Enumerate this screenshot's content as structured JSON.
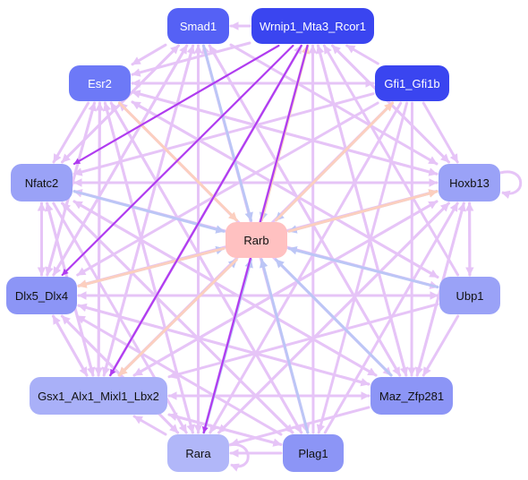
{
  "network": {
    "nodes": [
      {
        "id": "smad1",
        "label": "Smad1",
        "fill": "#5561f5",
        "text": "#ffffff"
      },
      {
        "id": "wrnip1",
        "label": "Wrnip1_Mta3_Rcor1",
        "fill": "#3a45f0",
        "text": "#ffffff"
      },
      {
        "id": "esr2",
        "label": "Esr2",
        "fill": "#6d79f7",
        "text": "#ffffff"
      },
      {
        "id": "gfi1",
        "label": "Gfi1_Gfi1b",
        "fill": "#3a45f0",
        "text": "#ffffff"
      },
      {
        "id": "nfatc2",
        "label": "Nfatc2",
        "fill": "#9aa2f7",
        "text": "#111111"
      },
      {
        "id": "hoxb13",
        "label": "Hoxb13",
        "fill": "#9aa2f7",
        "text": "#111111"
      },
      {
        "id": "rarb",
        "label": "Rarb",
        "fill": "#ffc1c1",
        "text": "#111111"
      },
      {
        "id": "dlx5",
        "label": "Dlx5_Dlx4",
        "fill": "#8c95f6",
        "text": "#111111"
      },
      {
        "id": "ubp1",
        "label": "Ubp1",
        "fill": "#9aa2f7",
        "text": "#111111"
      },
      {
        "id": "gsx1",
        "label": "Gsx1_Alx1_Mixl1_Lbx2",
        "fill": "#a9b0f8",
        "text": "#111111"
      },
      {
        "id": "maz",
        "label": "Maz_Zfp281",
        "fill": "#8c95f6",
        "text": "#111111"
      },
      {
        "id": "rara",
        "label": "Rara",
        "fill": "#b1b7f9",
        "text": "#111111"
      },
      {
        "id": "plag1",
        "label": "Plag1",
        "fill": "#8c95f6",
        "text": "#111111"
      }
    ],
    "edge_colors": {
      "lilac": "#e6c4f7",
      "blue": "#bcc6f6",
      "peach": "#fccfbf",
      "purple": "#b03cf0"
    },
    "edges": [
      {
        "from": "smad1",
        "to": "rarb",
        "color": "blue"
      },
      {
        "from": "wrnip1",
        "to": "rarb",
        "color": "blue"
      },
      {
        "from": "esr2",
        "to": "rarb",
        "color": "peach"
      },
      {
        "from": "gfi1",
        "to": "rarb",
        "color": "blue"
      },
      {
        "from": "nfatc2",
        "to": "rarb",
        "color": "blue"
      },
      {
        "from": "hoxb13",
        "to": "rarb",
        "color": "blue"
      },
      {
        "from": "ubp1",
        "to": "rarb",
        "color": "blue"
      },
      {
        "from": "maz",
        "to": "rarb",
        "color": "blue"
      },
      {
        "from": "rara",
        "to": "rarb",
        "color": "blue"
      },
      {
        "from": "plag1",
        "to": "rarb",
        "color": "blue"
      },
      {
        "from": "gsx1",
        "to": "rarb",
        "color": "blue"
      },
      {
        "from": "dlx5",
        "to": "rarb",
        "color": "blue"
      },
      {
        "from": "rarb",
        "to": "hoxb13",
        "color": "peach"
      },
      {
        "from": "rarb",
        "to": "dlx5",
        "color": "peach"
      },
      {
        "from": "rarb",
        "to": "gsx1",
        "color": "peach"
      },
      {
        "from": "rarb",
        "to": "gfi1",
        "color": "peach"
      },
      {
        "from": "rarb",
        "to": "wrnip1",
        "color": "peach"
      },
      {
        "from": "wrnip1",
        "to": "smad1",
        "color": "lilac"
      },
      {
        "from": "wrnip1",
        "to": "esr2",
        "color": "lilac"
      },
      {
        "from": "wrnip1",
        "to": "nfatc2",
        "color": "purple"
      },
      {
        "from": "wrnip1",
        "to": "dlx5",
        "color": "purple"
      },
      {
        "from": "wrnip1",
        "to": "gsx1",
        "color": "purple"
      },
      {
        "from": "wrnip1",
        "to": "hoxb13",
        "color": "lilac"
      },
      {
        "from": "wrnip1",
        "to": "maz",
        "color": "lilac"
      },
      {
        "from": "wrnip1",
        "to": "rara",
        "color": "purple"
      },
      {
        "from": "gfi1",
        "to": "wrnip1",
        "color": "lilac"
      },
      {
        "from": "gfi1",
        "to": "esr2",
        "color": "lilac"
      },
      {
        "from": "gfi1",
        "to": "hoxb13",
        "color": "lilac"
      },
      {
        "from": "gfi1",
        "to": "nfatc2",
        "color": "lilac"
      },
      {
        "from": "gfi1",
        "to": "gsx1",
        "color": "lilac"
      },
      {
        "from": "gfi1",
        "to": "dlx5",
        "color": "lilac"
      },
      {
        "from": "gfi1",
        "to": "maz",
        "color": "lilac"
      },
      {
        "from": "gfi1",
        "to": "plag1",
        "color": "lilac"
      },
      {
        "from": "gfi1",
        "to": "rara",
        "color": "lilac"
      },
      {
        "from": "smad1",
        "to": "esr2",
        "color": "lilac"
      },
      {
        "from": "smad1",
        "to": "nfatc2",
        "color": "lilac"
      },
      {
        "from": "smad1",
        "to": "dlx5",
        "color": "lilac"
      },
      {
        "from": "smad1",
        "to": "gsx1",
        "color": "lilac"
      },
      {
        "from": "smad1",
        "to": "maz",
        "color": "lilac"
      },
      {
        "from": "smad1",
        "to": "hoxb13",
        "color": "lilac"
      },
      {
        "from": "smad1",
        "to": "plag1",
        "color": "lilac"
      },
      {
        "from": "smad1",
        "to": "rara",
        "color": "lilac"
      },
      {
        "from": "esr2",
        "to": "nfatc2",
        "color": "lilac"
      },
      {
        "from": "esr2",
        "to": "dlx5",
        "color": "lilac"
      },
      {
        "from": "esr2",
        "to": "gsx1",
        "color": "lilac"
      },
      {
        "from": "esr2",
        "to": "hoxb13",
        "color": "lilac"
      },
      {
        "from": "esr2",
        "to": "maz",
        "color": "lilac"
      },
      {
        "from": "esr2",
        "to": "plag1",
        "color": "lilac"
      },
      {
        "from": "esr2",
        "to": "rara",
        "color": "lilac"
      },
      {
        "from": "esr2",
        "to": "ubp1",
        "color": "lilac"
      },
      {
        "from": "esr2",
        "to": "gfi1",
        "color": "lilac"
      },
      {
        "from": "nfatc2",
        "to": "dlx5",
        "color": "lilac"
      },
      {
        "from": "nfatc2",
        "to": "gsx1",
        "color": "lilac"
      },
      {
        "from": "nfatc2",
        "to": "maz",
        "color": "lilac"
      },
      {
        "from": "nfatc2",
        "to": "hoxb13",
        "color": "lilac"
      },
      {
        "from": "nfatc2",
        "to": "rara",
        "color": "lilac"
      },
      {
        "from": "nfatc2",
        "to": "plag1",
        "color": "lilac"
      },
      {
        "from": "nfatc2",
        "to": "smad1",
        "color": "lilac"
      },
      {
        "from": "nfatc2",
        "to": "ubp1",
        "color": "lilac"
      },
      {
        "from": "dlx5",
        "to": "gsx1",
        "color": "lilac"
      },
      {
        "from": "dlx5",
        "to": "maz",
        "color": "lilac"
      },
      {
        "from": "dlx5",
        "to": "hoxb13",
        "color": "lilac"
      },
      {
        "from": "dlx5",
        "to": "nfatc2",
        "color": "lilac"
      },
      {
        "from": "dlx5",
        "to": "esr2",
        "color": "lilac"
      },
      {
        "from": "dlx5",
        "to": "smad1",
        "color": "lilac"
      },
      {
        "from": "dlx5",
        "to": "rara",
        "color": "lilac"
      },
      {
        "from": "dlx5",
        "to": "ubp1",
        "color": "lilac"
      },
      {
        "from": "gsx1",
        "to": "dlx5",
        "color": "lilac"
      },
      {
        "from": "gsx1",
        "to": "maz",
        "color": "lilac"
      },
      {
        "from": "gsx1",
        "to": "nfatc2",
        "color": "lilac"
      },
      {
        "from": "gsx1",
        "to": "hoxb13",
        "color": "lilac"
      },
      {
        "from": "gsx1",
        "to": "esr2",
        "color": "lilac"
      },
      {
        "from": "gsx1",
        "to": "smad1",
        "color": "lilac"
      },
      {
        "from": "gsx1",
        "to": "plag1",
        "color": "lilac"
      },
      {
        "from": "gsx1",
        "to": "wrnip1",
        "color": "lilac"
      },
      {
        "from": "maz",
        "to": "gsx1",
        "color": "lilac"
      },
      {
        "from": "maz",
        "to": "dlx5",
        "color": "lilac"
      },
      {
        "from": "maz",
        "to": "hoxb13",
        "color": "lilac"
      },
      {
        "from": "maz",
        "to": "nfatc2",
        "color": "lilac"
      },
      {
        "from": "maz",
        "to": "esr2",
        "color": "lilac"
      },
      {
        "from": "maz",
        "to": "wrnip1",
        "color": "lilac"
      },
      {
        "from": "maz",
        "to": "smad1",
        "color": "lilac"
      },
      {
        "from": "maz",
        "to": "rara",
        "color": "lilac"
      },
      {
        "from": "hoxb13",
        "to": "esr2",
        "color": "lilac"
      },
      {
        "from": "hoxb13",
        "to": "dlx5",
        "color": "lilac"
      },
      {
        "from": "hoxb13",
        "to": "gsx1",
        "color": "lilac"
      },
      {
        "from": "hoxb13",
        "to": "nfatc2",
        "color": "lilac"
      },
      {
        "from": "hoxb13",
        "to": "maz",
        "color": "lilac"
      },
      {
        "from": "hoxb13",
        "to": "ubp1",
        "color": "lilac"
      },
      {
        "from": "hoxb13",
        "to": "rara",
        "color": "lilac"
      },
      {
        "from": "hoxb13",
        "to": "wrnip1",
        "color": "lilac"
      },
      {
        "from": "ubp1",
        "to": "esr2",
        "color": "lilac"
      },
      {
        "from": "ubp1",
        "to": "dlx5",
        "color": "lilac"
      },
      {
        "from": "ubp1",
        "to": "gsx1",
        "color": "lilac"
      },
      {
        "from": "ubp1",
        "to": "nfatc2",
        "color": "lilac"
      },
      {
        "from": "ubp1",
        "to": "maz",
        "color": "lilac"
      },
      {
        "from": "ubp1",
        "to": "wrnip1",
        "color": "lilac"
      },
      {
        "from": "ubp1",
        "to": "hoxb13",
        "color": "lilac"
      },
      {
        "from": "rara",
        "to": "gsx1",
        "color": "lilac"
      },
      {
        "from": "rara",
        "to": "dlx5",
        "color": "lilac"
      },
      {
        "from": "rara",
        "to": "smad1",
        "color": "lilac"
      },
      {
        "from": "rara",
        "to": "hoxb13",
        "color": "lilac"
      },
      {
        "from": "rara",
        "to": "esr2",
        "color": "lilac"
      },
      {
        "from": "rara",
        "to": "wrnip1",
        "color": "lilac"
      },
      {
        "from": "plag1",
        "to": "gsx1",
        "color": "lilac"
      },
      {
        "from": "plag1",
        "to": "dlx5",
        "color": "lilac"
      },
      {
        "from": "plag1",
        "to": "nfatc2",
        "color": "lilac"
      },
      {
        "from": "plag1",
        "to": "smad1",
        "color": "lilac"
      },
      {
        "from": "plag1",
        "to": "wrnip1",
        "color": "lilac"
      },
      {
        "from": "plag1",
        "to": "hoxb13",
        "color": "lilac"
      },
      {
        "from": "plag1",
        "to": "rara",
        "color": "lilac"
      },
      {
        "from": "plag1",
        "to": "esr2",
        "color": "lilac"
      }
    ],
    "self_loops": [
      {
        "node": "hoxb13",
        "color": "lilac"
      },
      {
        "node": "rara",
        "color": "lilac"
      }
    ]
  }
}
